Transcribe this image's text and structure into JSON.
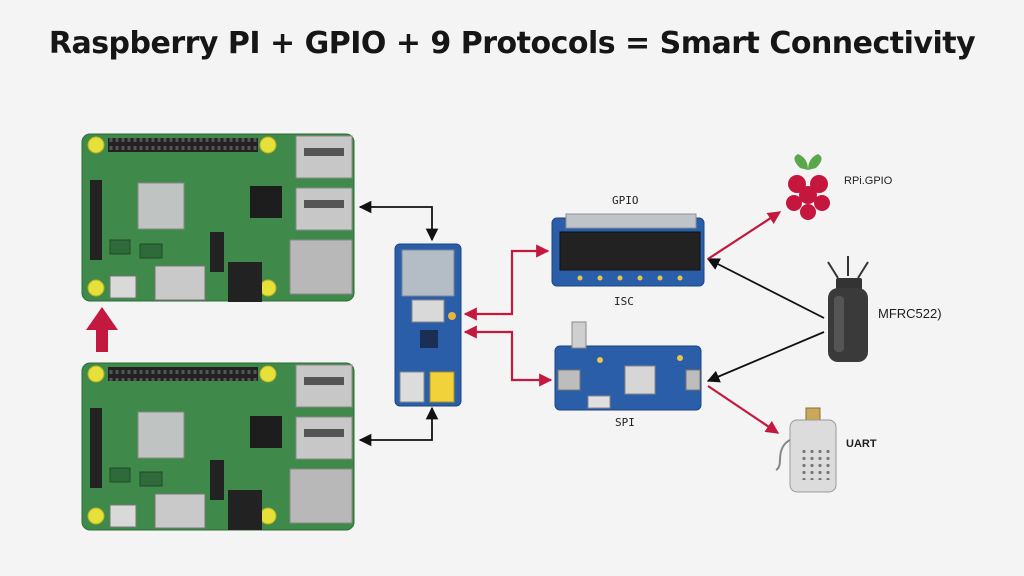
{
  "title": "Raspberry PI + GPIO + 9 Protocols = Smart Connectivity",
  "labels": {
    "gpio": "GPIO",
    "isc": "ISC",
    "spi": "SPI",
    "rpi_gpio": "RPi.GPIO",
    "mfrc522": "MFRC522)",
    "uart": "UART"
  },
  "colors": {
    "background": "#f4f4f4",
    "board_green": "#3f8a4a",
    "module_blue": "#2a5ea8",
    "arrow_red": "#c4193e",
    "arrow_black": "#111111"
  },
  "icons": [
    "raspberry-logo-icon",
    "rfid-reader-icon",
    "uart-module-icon",
    "up-arrow-icon"
  ]
}
